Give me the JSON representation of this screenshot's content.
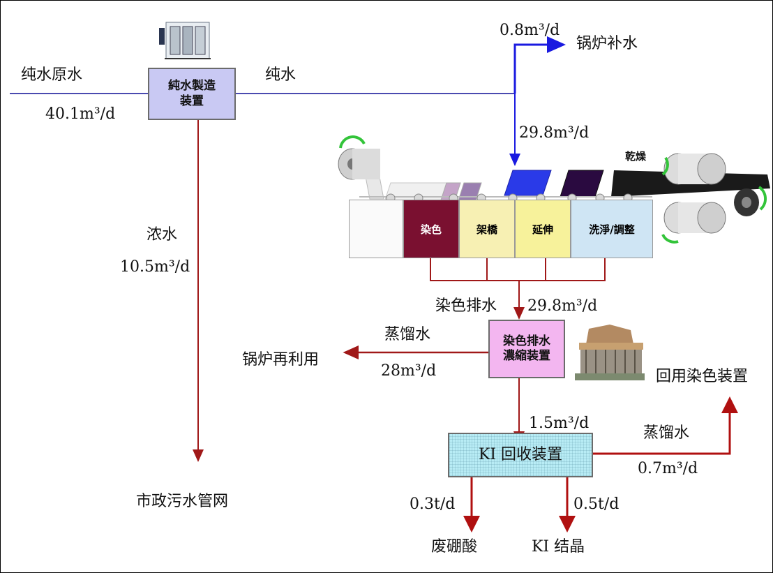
{
  "colors": {
    "water_line": "#4a4ab0",
    "boiler_line": "#1a1ae0",
    "drain_line": "#a01818",
    "pure_box": "#c9c9f3",
    "concentrate_box": "#f3b6f0",
    "ki_box": "#b8ecf5",
    "dye_tank": "#7a1030",
    "bridge_tank": "#f7f0b3",
    "stretch_tank": "#f7f29b",
    "wash_tank": "#cfe5f4"
  },
  "nodes": {
    "pure_water_unit": {
      "line1": "純水製造",
      "line2": "装置"
    },
    "concentrate_unit": {
      "line1": "染色排水",
      "line2": "濃縮装置"
    },
    "ki_unit": "KI 回收装置"
  },
  "tanks": {
    "dye": "染色",
    "bridge": "架橋",
    "stretch": "延伸",
    "wash": "洗淨/調整",
    "dry": "乾燥"
  },
  "labels": {
    "raw_water": "纯水原水",
    "raw_water_flow": "40.1m³/d",
    "pure_water": "纯水",
    "boiler_makeup_flow": "0.8m³/d",
    "boiler_makeup": "锅炉补水",
    "process_flow": "29.8m³/d",
    "brine": "浓水",
    "brine_flow": "10.5m³/d",
    "municipal": "市政污水管网",
    "dye_drain": "染色排水",
    "dye_drain_flow": "29.8m³/d",
    "distilled_1": "蒸馏水",
    "boiler_reuse": "锅炉再利用",
    "distilled_1_flow": "28m³/d",
    "return_dye": "回用染色装置",
    "concentrate_flow": "1.5m³/d",
    "distilled_2": "蒸馏水",
    "distilled_2_flow": "0.7m³/d",
    "boric_flow": "0.3t/d",
    "boric_acid": "废硼酸",
    "ki_flow": "0.5t/d",
    "ki_crystal": "KI 结晶"
  },
  "icons": [
    "water-treatment-equipment-icon",
    "concentrator-plant-photo",
    "rotation-arrow-icon"
  ]
}
